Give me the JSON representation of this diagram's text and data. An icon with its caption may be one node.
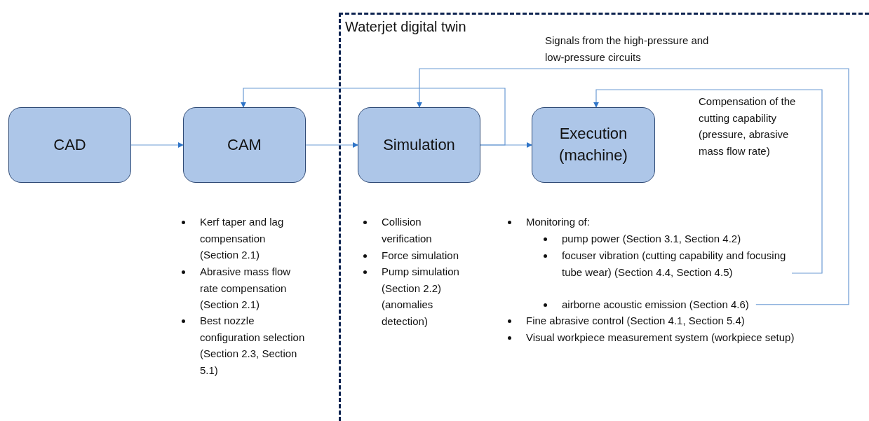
{
  "diagram": {
    "nodes": [
      {
        "text": [
          "Waterjet digital twin"
        ]
      },
      {
        "text": [
          "CAD"
        ]
      },
      {
        "text": [
          "CAM"
        ]
      },
      {
        "text": [
          "Simulation"
        ],
        "in": 0
      },
      {
        "text": [
          "Execution (machine)"
        ],
        "in": 0
      },
      {
        "text": [
          "focuser vibration (cutting capability and focusing tube wear) (Section 4.4, Section 4.5)"
        ],
        "in": 0
      },
      {
        "text": [
          "airborne acoustic emission (Section 4.6)"
        ],
        "in": 0
      }
    ],
    "edges": [
      {
        "from": 1,
        "to": 2,
        "arrow": "to"
      },
      {
        "from": 2,
        "to": 3,
        "arrow": "to"
      },
      {
        "from": 3,
        "to": 4,
        "arrow": "to"
      },
      {
        "from": 3,
        "to": 2,
        "arrow": "to"
      },
      {
        "from": 5,
        "to": 4,
        "arrow": "to",
        "label": "Compensation of the cutting capability (pressure, abrasive mass flow rate)"
      },
      {
        "from": 6,
        "to": 3,
        "arrow": "to",
        "label": "Signals from the high-pressure and low-pressure circuits"
      }
    ],
    "labels": [
      "Kerf taper and lag compensation (Section 2.1)",
      "Abrasive mass flow rate compensation (Section 2.1)",
      "Best nozzle configuration selection (Section 2.3, Section 5.1)",
      "Collision verification",
      "Force simulation",
      "Pump simulation (Section 2.2) (anomalies detection)",
      "Monitoring of:",
      "pump power (Section 3.1, Section 4.2)",
      "Fine abrasive control (Section 4.1, Section 5.4)",
      "Visual workpiece measurement system (workpiece setup)"
    ]
  }
}
